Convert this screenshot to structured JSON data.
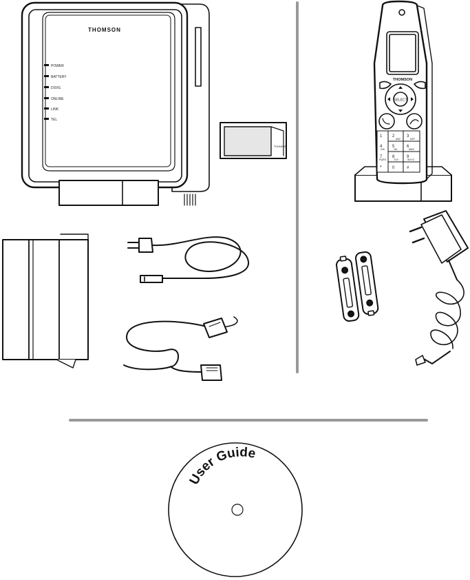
{
  "gateway": {
    "brand": "THOMSON",
    "leds": [
      "POWER",
      "BATTERY",
      "DSVG",
      "ONLINE",
      "LINK",
      "TEL"
    ]
  },
  "pc_card": {
    "label": "THOMSON"
  },
  "handset": {
    "brand": "THOMSON",
    "select_label": "SELECT",
    "keys": [
      {
        "digit": "1",
        "letters": ""
      },
      {
        "digit": "2",
        "letters": "ABC"
      },
      {
        "digit": "3",
        "letters": "DEF"
      },
      {
        "digit": "4",
        "letters": "GHI"
      },
      {
        "digit": "5",
        "letters": "JKL"
      },
      {
        "digit": "6",
        "letters": "MNO"
      },
      {
        "digit": "7",
        "letters": "PQRS"
      },
      {
        "digit": "8",
        "letters": "TUV"
      },
      {
        "digit": "9",
        "letters": "WXYZ"
      },
      {
        "digit": "*",
        "letters": ""
      },
      {
        "digit": "0",
        "letters": ""
      },
      {
        "digit": "#",
        "letters": ""
      }
    ]
  },
  "battery": {
    "plus": "+",
    "minus": "−"
  },
  "cd": {
    "label": "User Guide"
  },
  "colors": {
    "line": "#111111",
    "divider": "#999999"
  }
}
